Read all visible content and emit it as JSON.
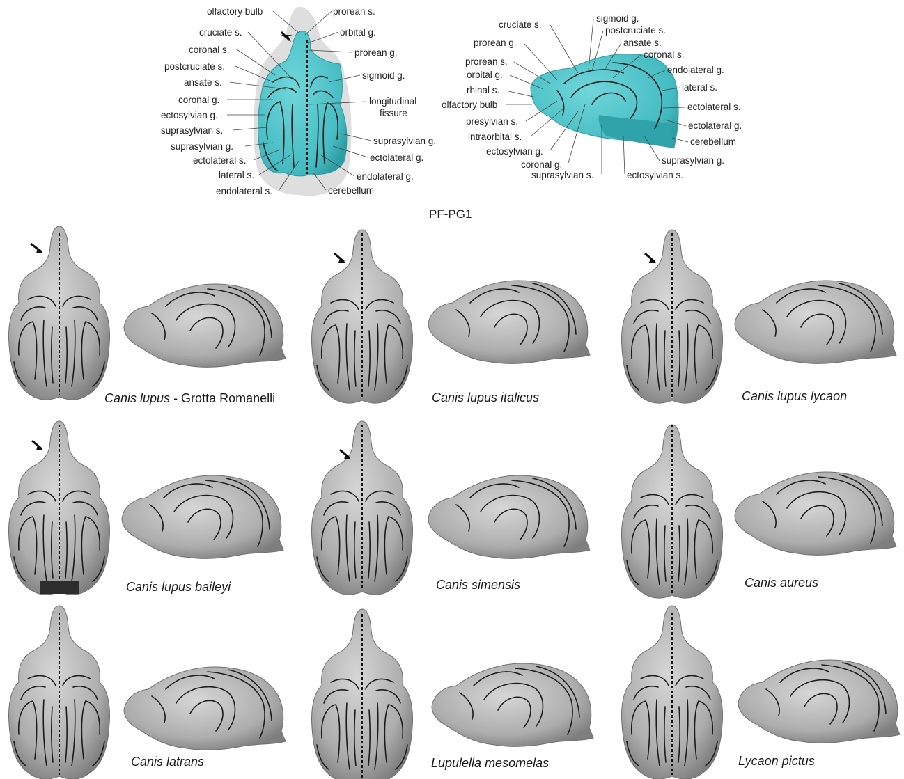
{
  "specimen": {
    "id": "PF-PG1",
    "dorsal_labels_left": [
      "olfactory bulb",
      "cruciate s.",
      "coronal s.",
      "postcruciate s.",
      "ansate s.",
      "coronal g.",
      "ectosylvian g.",
      "suprasylvian s.",
      "suprasylvian g.",
      "ectolateral s.",
      "lateral s.",
      "endolateral s."
    ],
    "dorsal_labels_right": [
      "prorean s.",
      "orbital g.",
      "prorean g.",
      "sigmoid g.",
      "longitudinal",
      "fissure",
      "suprasylvian g.",
      "ectolateral g.",
      "endolateral g.",
      "cerebellum"
    ],
    "lateral_labels_left": [
      "cruciate s.",
      "prorean g.",
      "prorean s.",
      "orbital g.",
      "rhinal s.",
      "olfactory bulb",
      "presylvian s.",
      "intraorbital s.",
      "ectosylvian g.",
      "coronal g.",
      "suprasylvian s."
    ],
    "lateral_labels_top": [
      "sigmoid g.",
      "postcruciate s.",
      "ansate s.",
      "coronal s."
    ],
    "lateral_labels_right": [
      "endolateral g.",
      "lateral s.",
      "ectolateral s.",
      "ectolateral g.",
      "cerebellum",
      "suprasylvian g.",
      "ectosylvian s."
    ]
  },
  "taxa": [
    {
      "name": "Canis lupus",
      "suffix": " - Grotta Romanelli"
    },
    {
      "name": "Canis lupus italicus",
      "suffix": ""
    },
    {
      "name": "Canis lupus lycaon",
      "suffix": ""
    },
    {
      "name": "Canis lupus baileyi",
      "suffix": ""
    },
    {
      "name": "Canis simensis",
      "suffix": ""
    },
    {
      "name": "Canis aureus",
      "suffix": ""
    },
    {
      "name": "Canis latrans",
      "suffix": ""
    },
    {
      "name": "Lupulella mesomelas",
      "suffix": ""
    },
    {
      "name": "Lycaon pictus",
      "suffix": ""
    }
  ],
  "colors": {
    "endocast": "#4cc3c8",
    "endocast_edge": "#2a9aa0",
    "skull_shadow": "#d9d9d9",
    "brain_gray": "#b9b9b9",
    "brain_dark": "#8d8d8d"
  }
}
